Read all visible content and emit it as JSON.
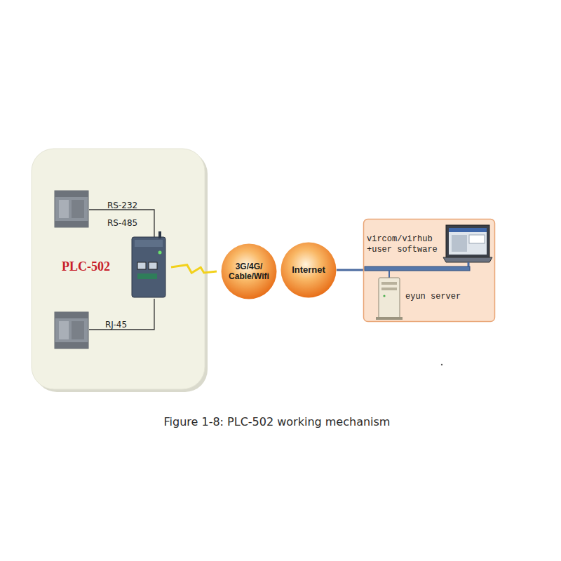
{
  "diagram": {
    "caption": "Figure 1-8: PLC-502 working mechanism",
    "nodes": [
      {
        "text": [
          "PLC-502"
        ]
      },
      {
        "text": [
          "3G/4G/ Cable/Wifi"
        ]
      },
      {
        "text": [
          "Internet"
        ]
      },
      {
        "text": [
          "vircom/virhub +user software",
          "eyun server"
        ]
      }
    ],
    "edges": [
      {
        "from": 0,
        "to": 1,
        "arrow": "none"
      },
      {
        "from": 2,
        "to": 3,
        "arrow": "none"
      }
    ],
    "labels": [
      "RS-232",
      "RS-485",
      "RJ-45"
    ]
  }
}
